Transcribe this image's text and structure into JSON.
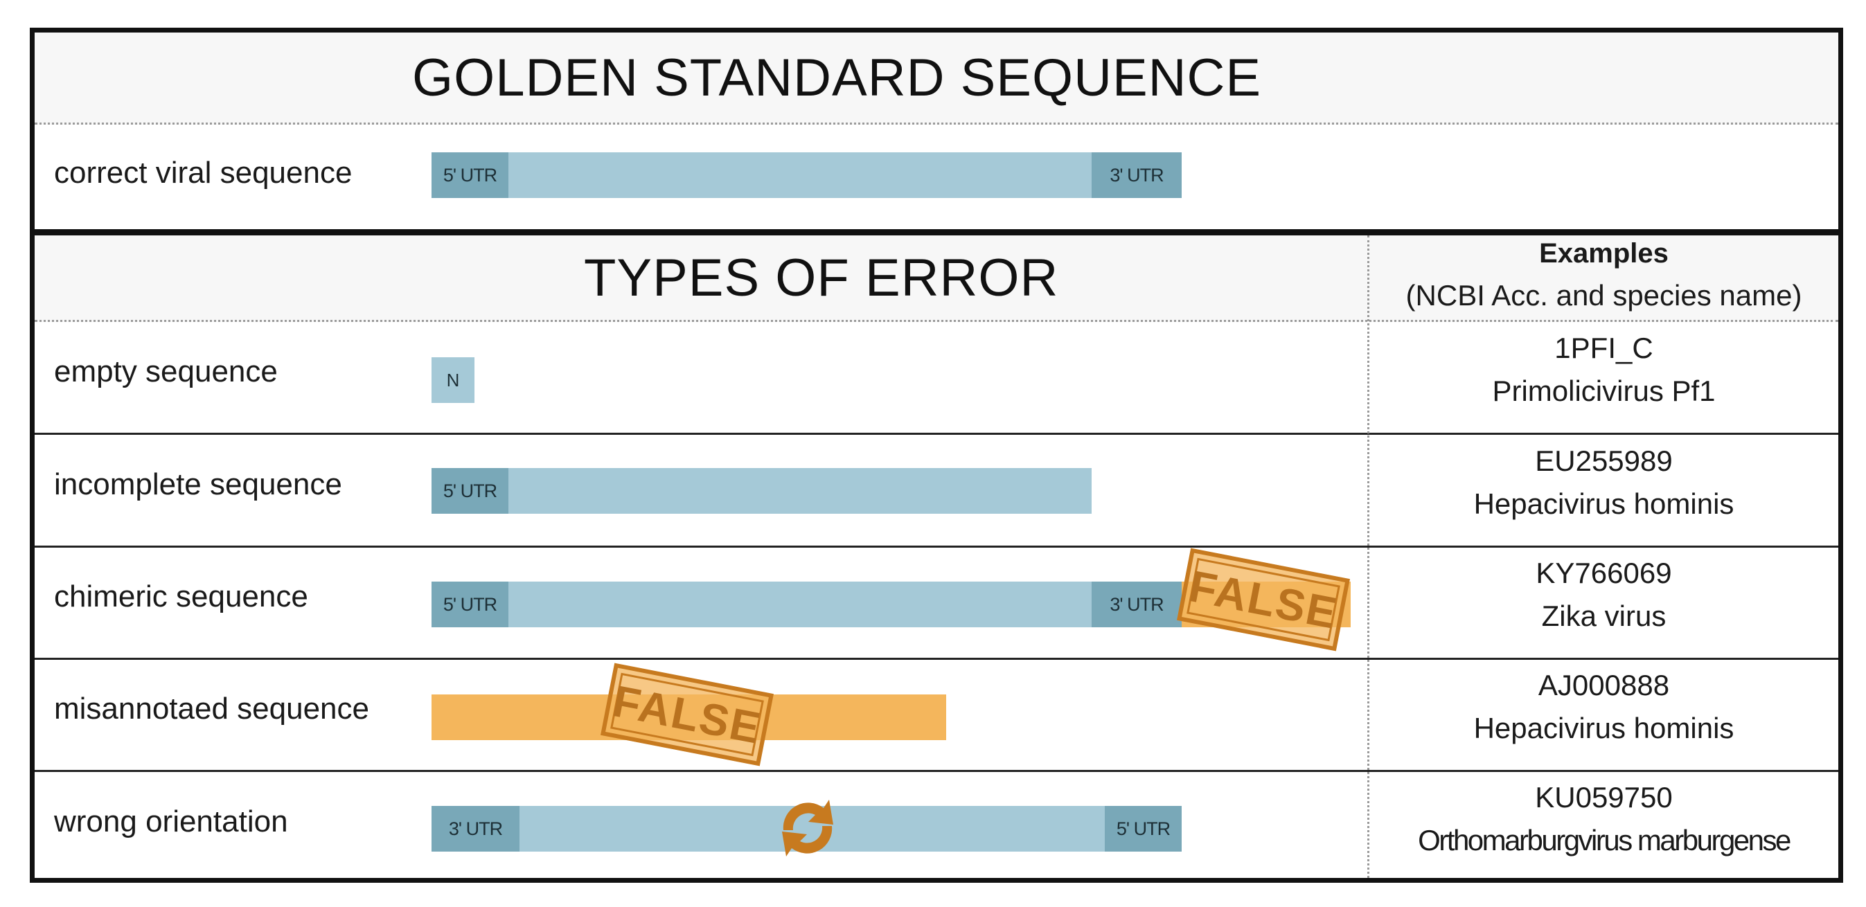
{
  "golden": {
    "title": "GOLDEN STANDARD SEQUENCE",
    "row_label": "correct viral sequence",
    "utr5": "5' UTR",
    "utr3": "3' UTR"
  },
  "errors": {
    "title": "TYPES OF ERROR",
    "examples_header": {
      "title": "Examples",
      "subtitle": "(NCBI Acc. and species name)"
    },
    "rows": [
      {
        "label": "empty sequence",
        "n_label": "N",
        "accession": "1PFI_C",
        "species": "Primolicivirus Pf1"
      },
      {
        "label": "incomplete sequence",
        "utr5": "5' UTR",
        "accession": "EU255989",
        "species": "Hepacivirus hominis"
      },
      {
        "label": "chimeric sequence",
        "utr5": "5' UTR",
        "utr3": "3' UTR",
        "stamp": "FALSE",
        "accession": "KY766069",
        "species": "Zika virus"
      },
      {
        "label": "misannotaed  sequence",
        "stamp": "FALSE",
        "accession": "AJ000888",
        "species": "Hepacivirus hominis"
      },
      {
        "label": "wrong orientation",
        "utr3": "3' UTR",
        "utr5": "5' UTR",
        "accession": "KU059750",
        "species": "Orthomarburgvirus marburgense"
      }
    ]
  },
  "colors": {
    "sequence_bar": "#a5c9d7",
    "utr_block": "#79a8b8",
    "false_bar": "#f4b65c",
    "stamp": "#c77a1f"
  },
  "icons": {
    "stamp": "false-stamp-icon",
    "reverse": "reverse-arrows-icon"
  }
}
